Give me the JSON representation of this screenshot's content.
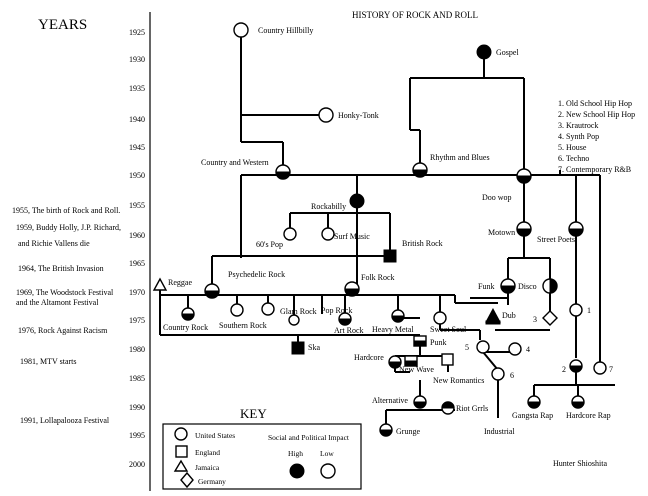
{
  "title": "HISTORY OF ROCK AND ROLL",
  "years_heading": "YEARS",
  "credit": "Hunter Shioshita",
  "years": [
    "1925",
    "1930",
    "1935",
    "1940",
    "1945",
    "1950",
    "1955",
    "1960",
    "1965",
    "1970",
    "1975",
    "1980",
    "1985",
    "1990",
    "1995",
    "2000"
  ],
  "events": [
    "1955, The birth of Rock and Roll.",
    "1959, Buddy Holly, J.P. Richard,",
    "and Richie Vallens die",
    "1964, The British Invasion",
    "1969, The Woodstock Festival",
    "and the Altamont Festival",
    "1976, Rock Against Racism",
    "1981, MTV starts",
    "1991, Lollapalooza Festival"
  ],
  "numbered_list": [
    "1.   Old School Hip Hop",
    "2.   New School Hip Hop",
    "3.   Krautrock",
    "4.   Synth Pop",
    "5.   House",
    "6.   Techno",
    "7. Contemporary R&B"
  ],
  "genres": {
    "country_hillbilly": "Country Hillbilly",
    "gospel": "Gospel",
    "honky_tonk": "Honky-Tonk",
    "country_western": "Country and Western",
    "rhythm_blues": "Rhythm and Blues",
    "doo_wop": "Doo wop",
    "rockabilly": "Rockabilly",
    "motown": "Motown",
    "street_poets": "Street Poets",
    "sixties_pop": "60's Pop",
    "surf_music": "Surf Music",
    "british_rock": "British Rock",
    "reggae": "Reggae",
    "psychedelic_rock": "Psychedelic Rock",
    "folk_rock": "Folk Rock",
    "funk": "Funk",
    "disco": "Disco",
    "country_rock": "Country Rock",
    "southern_rock": "Southern Rock",
    "glam_rock": "Glam Rock",
    "pop_rock": "Pop Rock",
    "art_rock": "Art Rock",
    "heavy_metal": "Heavy Metal",
    "sweet_soul": "Sweet Soul",
    "dub": "Dub",
    "ska": "Ska",
    "punk": "Punk",
    "hardcore": "Hardcore",
    "new_wave": "New Wave",
    "new_romantics": "New Romantics",
    "alternative": "Alternative",
    "riot_grrls": "Riot Grrls",
    "grunge": "Grunge",
    "industrial": "Industrial",
    "gangsta_rap": "Gangsta Rap",
    "hardcore_rap": "Hardcore Rap"
  },
  "numbers": {
    "n1": "1",
    "n2": "2",
    "n3": "3",
    "n4": "4",
    "n5": "5",
    "n6": "6",
    "n7": "7"
  },
  "key": {
    "title": "KEY",
    "united_states": "United States",
    "england": "England",
    "jamaica": "Jamaica",
    "germany": "Germany",
    "impact_title": "Social and Political Impact",
    "high": "High",
    "low": "Low"
  }
}
